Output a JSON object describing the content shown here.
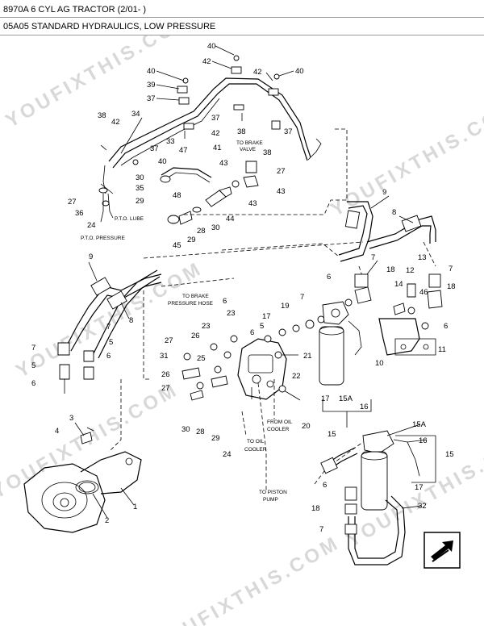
{
  "header": {
    "line1": "8970A 6 CYL AG TRACTOR (2/01- )",
    "line2": "05A05 STANDARD HYDRAULICS, LOW PRESSURE"
  },
  "watermarks": [
    "YOUFIXTHIS.COM",
    "YOUFIXTHIS.COM",
    "YOUFIXTHIS.COM",
    "YOUFIXTHIS.COM",
    "YOUFIXTHIS.COM",
    "YOUFIXTHIS.COM"
  ],
  "callouts": {
    "top": [
      "40",
      "42",
      "42",
      "40",
      "40",
      "39",
      "37",
      "37",
      "38",
      "42",
      "34",
      "37",
      "42",
      "33",
      "47",
      "41",
      "38",
      "37",
      "38",
      "36",
      "35",
      "30",
      "29",
      "40",
      "43",
      "27",
      "43",
      "27",
      "24",
      "48",
      "44",
      "30",
      "28",
      "29",
      "45"
    ],
    "mid": [
      "9",
      "8",
      "7",
      "18",
      "6",
      "12",
      "13",
      "14",
      "46",
      "7",
      "18",
      "6",
      "11",
      "10",
      "9",
      "8",
      "7",
      "5",
      "6",
      "7",
      "5",
      "6",
      "3",
      "4",
      "1",
      "2"
    ],
    "valve": [
      "6",
      "23",
      "23",
      "27",
      "26",
      "31",
      "25",
      "26",
      "27",
      "30",
      "28",
      "29",
      "24",
      "7",
      "19",
      "17",
      "6",
      "5",
      "21",
      "22",
      "20",
      "17",
      "15A",
      "16",
      "15"
    ],
    "cooler": [
      "15A",
      "16",
      "15",
      "6",
      "17",
      "18",
      "32",
      "7"
    ]
  },
  "labels": {
    "to_brake_valve": [
      "TO BRAKE",
      "VALVE"
    ],
    "pto_lube": "P.T.O. LUBE",
    "pto_pressure": "P.T.O. PRESSURE",
    "to_brake_hose": [
      "TO BRAKE",
      "PRESSURE HOSE"
    ],
    "from_oil_cooler": [
      "FROM OIL",
      "COOLER"
    ],
    "to_oil_cooler": [
      "TO OIL",
      "COOLER"
    ],
    "to_piston_pump": [
      "TO PISTON",
      "PUMP"
    ]
  }
}
